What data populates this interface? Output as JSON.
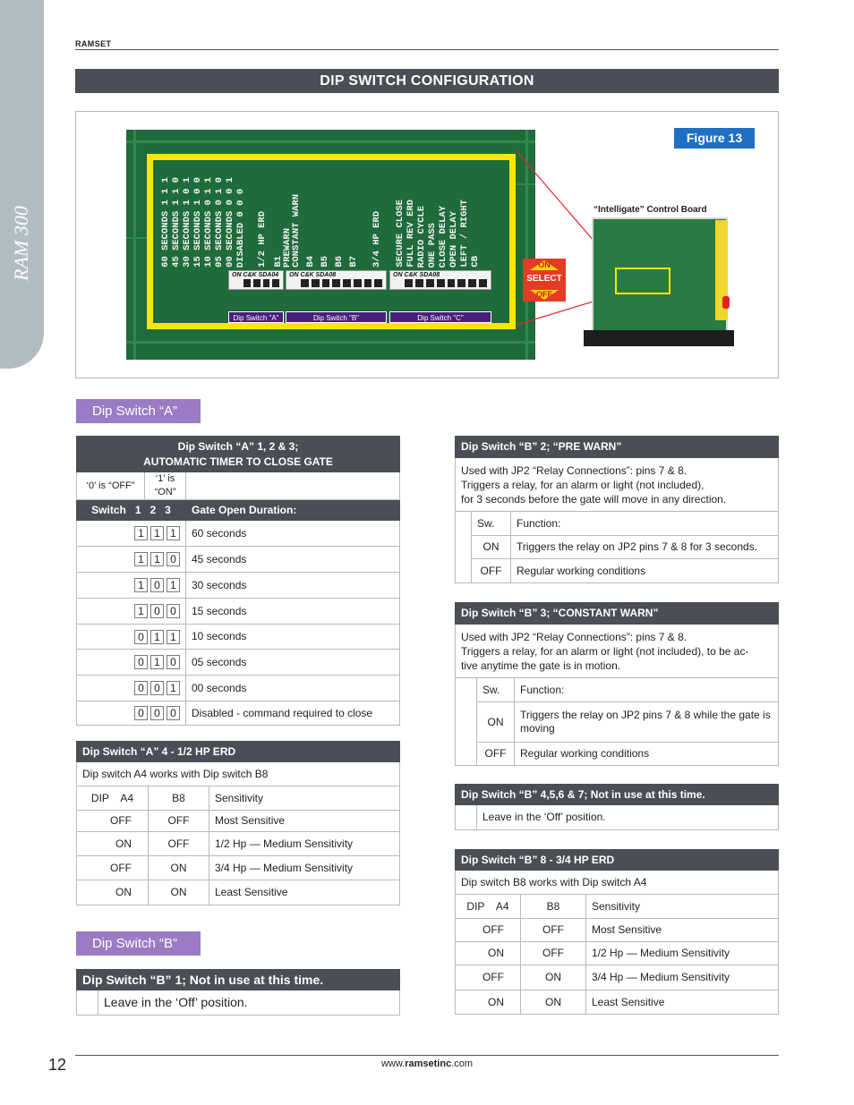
{
  "header": {
    "brand": "RAMSET",
    "side_tab": "RAM 300"
  },
  "section_title": "DIP SWITCH CONFIGURATION",
  "figure": {
    "tag": "Figure 13",
    "caption": "“Intelligate” Control Board",
    "select": {
      "on": "ON",
      "label": "SELECT",
      "off": "OFF"
    },
    "pcb_labels": [
      "60 SECONDS 1 1 1",
      "45 SECONDS 1 1 0",
      "30 SECONDS 1 0 1",
      "15 SECONDS 1 0 0",
      "10 SECONDS 0 1 1",
      "05 SECONDS 0 1 0",
      "00 SECONDS 0 0 1",
      "DISABLED 0 0 0",
      "1/2 HP ERD",
      "B1",
      "PREWARN",
      "CONSTANT WARN",
      "B4",
      "B5",
      "B6",
      "B7",
      "3/4 HP ERD",
      "SECURE CLOSE",
      "FULL REV ERD",
      "RADIO CYCLE",
      "ONE PASS",
      "CLOSE DELAY",
      "OPEN DELAY",
      "LEFT / RIGHT",
      "CB"
    ],
    "strip_a": "ON C&K SDA04",
    "strip_b": "ON C&K SDA08",
    "strip_c": "ON C&K SDA08",
    "label_a": "Dip Switch \"A\"",
    "label_b": "Dip Switch \"B\"",
    "label_c": "Dip Switch \"C\""
  },
  "tag_a": "Dip Switch “A”",
  "tag_b": "Dip Switch “B”",
  "timer": {
    "title1": "Dip Switch “A” 1, 2 & 3;",
    "title2": "AUTOMATIC TIMER TO CLOSE GATE",
    "off_note": "‘0’ is “OFF”",
    "on_note": "‘1’ is “ON”",
    "col_switch": "Switch   1   2   3",
    "col_duration": "Gate Open Duration:",
    "rows": [
      {
        "b1": "1",
        "b2": "1",
        "b3": "1",
        "d": "60 seconds"
      },
      {
        "b1": "1",
        "b2": "1",
        "b3": "0",
        "d": "45 seconds"
      },
      {
        "b1": "1",
        "b2": "0",
        "b3": "1",
        "d": "30 seconds"
      },
      {
        "b1": "1",
        "b2": "0",
        "b3": "0",
        "d": "15 seconds"
      },
      {
        "b1": "0",
        "b2": "1",
        "b3": "1",
        "d": "10 seconds"
      },
      {
        "b1": "0",
        "b2": "1",
        "b3": "0",
        "d": "05 seconds"
      },
      {
        "b1": "0",
        "b2": "0",
        "b3": "1",
        "d": "00 seconds"
      },
      {
        "b1": "0",
        "b2": "0",
        "b3": "0",
        "d": "Disabled - command required to close"
      }
    ]
  },
  "a4": {
    "title": "Dip Switch “A” 4 - 1/2 HP ERD",
    "note": "Dip switch A4 works with Dip switch B8",
    "col1": "DIP    A4",
    "col2": "B8",
    "col3": "Sensitivity",
    "rows": [
      {
        "a": "OFF",
        "b": "OFF",
        "s": "Most Sensitive"
      },
      {
        "a": "ON",
        "b": "OFF",
        "s": "1/2 Hp — Medium Sensitivity"
      },
      {
        "a": "OFF",
        "b": "ON",
        "s": "3/4 Hp — Medium Sensitivity"
      },
      {
        "a": "ON",
        "b": "ON",
        "s": "Least Sensitive"
      }
    ]
  },
  "b1": {
    "title": "Dip Switch “B” 1; Not in use at this time.",
    "text": "Leave in the ‘Off’ position."
  },
  "b2": {
    "title": "Dip Switch “B” 2; “PRE WARN”",
    "l1": "Used with JP2 “Relay Connections”: pins 7 & 8.",
    "l2": "Triggers a relay, for an alarm or light (not included),",
    "l3": "for 3 seconds before the gate will move in any direction.",
    "col_sw": "Sw.",
    "col_fn": "Function:",
    "rows": [
      {
        "sw": "ON",
        "fn": "Triggers the relay on JP2 pins 7 & 8 for 3 seconds."
      },
      {
        "sw": "OFF",
        "fn": "Regular working conditions"
      }
    ]
  },
  "b3": {
    "title": "Dip Switch “B” 3; “CONSTANT WARN”",
    "l1": "Used with JP2 “Relay Connections”: pins 7 & 8.",
    "l2": "Triggers a relay, for an alarm or light (not included),  to be ac-",
    "l3": "tive anytime the gate is in motion.",
    "col_sw": "Sw.",
    "col_fn": "Function:",
    "rows": [
      {
        "sw": "ON",
        "fn": "Triggers the relay on JP2 pins 7 & 8 while the gate is moving"
      },
      {
        "sw": "OFF",
        "fn": "Regular working conditions"
      }
    ]
  },
  "b4567": {
    "title": "Dip Switch “B” 4,5,6 & 7; Not in use at this time.",
    "text": "Leave in the ‘Off’ position."
  },
  "b8": {
    "title": "Dip Switch “B” 8 - 3/4 HP ERD",
    "note": "Dip switch B8 works with Dip switch A4",
    "col1": "DIP    A4",
    "col2": "B8",
    "col3": "Sensitivity",
    "rows": [
      {
        "a": "OFF",
        "b": "OFF",
        "s": "Most Sensitive"
      },
      {
        "a": "ON",
        "b": "OFF",
        "s": "1/2 Hp — Medium Sensitivity"
      },
      {
        "a": "OFF",
        "b": "ON",
        "s": "3/4 Hp — Medium Sensitivity"
      },
      {
        "a": "ON",
        "b": "ON",
        "s": "Least Sensitive"
      }
    ]
  },
  "footer": {
    "page": "12",
    "site_pre": "www.",
    "site_bold": "ramsetinc",
    "site_post": ".com"
  },
  "colors": {
    "dark_bar": "#4b4e55",
    "tag_purple": "#9a7bc4",
    "figure_blue": "#1f6fc5",
    "pcb_green": "#1f6b3b",
    "highlight_yellow": "#ffe600"
  }
}
